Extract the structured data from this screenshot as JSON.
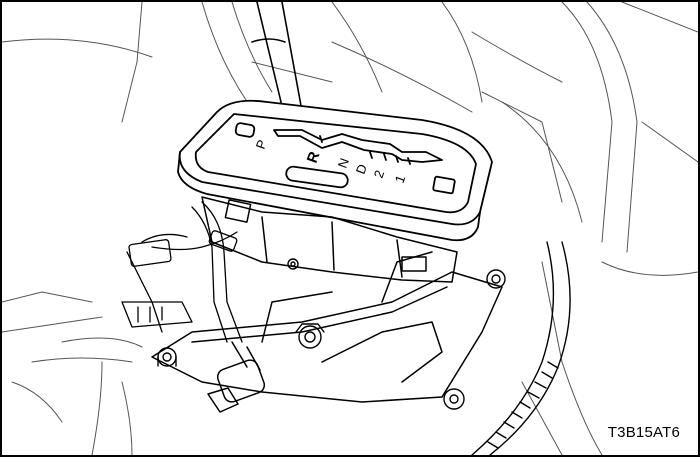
{
  "figure": {
    "code": "T3B15AT6"
  },
  "shift_gate": {
    "positions": [
      "P",
      "R",
      "N",
      "D",
      "2",
      "1"
    ],
    "selected": "R"
  }
}
